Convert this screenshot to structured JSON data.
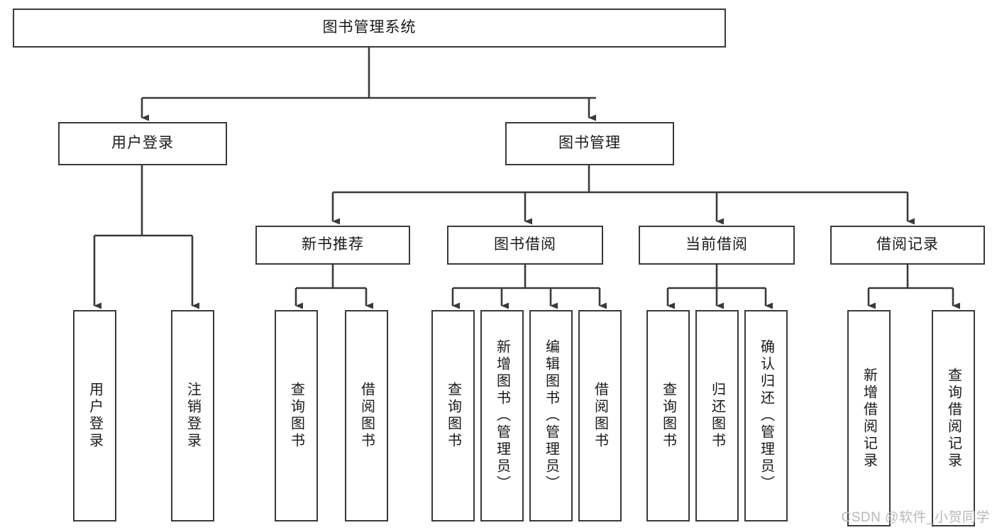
{
  "diagram": {
    "title": "图书管理系统",
    "type": "tree-hierarchy",
    "orientation": "top-down",
    "style": {
      "box_border_color": "#3a3a3a",
      "box_fill_color": "#ffffff",
      "edge_color": "#3a3a3a",
      "text_color": "#1a1a1a",
      "background_color": "#ffffff",
      "watermark_color": "#b9b9b9"
    },
    "root": {
      "label": "图书管理系统",
      "orientation": "horizontal"
    },
    "level1": [
      {
        "label": "用户登录",
        "orientation": "horizontal"
      },
      {
        "label": "图书管理",
        "orientation": "horizontal"
      }
    ],
    "level2": [
      {
        "label": "新书推荐",
        "orientation": "horizontal",
        "parent": "图书管理"
      },
      {
        "label": "图书借阅",
        "orientation": "horizontal",
        "parent": "图书管理"
      },
      {
        "label": "当前借阅",
        "orientation": "horizontal",
        "parent": "图书管理"
      },
      {
        "label": "借阅记录",
        "orientation": "horizontal",
        "parent": "图书管理"
      }
    ],
    "leaves": {
      "user_login": [
        {
          "label": "用户登录",
          "orientation": "vertical"
        },
        {
          "label": "注销登录",
          "orientation": "vertical"
        }
      ],
      "new_book_recommend": [
        {
          "label": "查询图书",
          "orientation": "vertical"
        },
        {
          "label": "借阅图书",
          "orientation": "vertical"
        }
      ],
      "book_borrow": [
        {
          "label": "查询图书",
          "orientation": "vertical"
        },
        {
          "label": "新增图书（管理员）",
          "orientation": "vertical"
        },
        {
          "label": "编辑图书（管理员）",
          "orientation": "vertical"
        },
        {
          "label": "借阅图书",
          "orientation": "vertical"
        }
      ],
      "current_borrow": [
        {
          "label": "查询图书",
          "orientation": "vertical"
        },
        {
          "label": "归还图书",
          "orientation": "vertical"
        },
        {
          "label": "确认归还（管理员）",
          "orientation": "vertical"
        }
      ],
      "borrow_record": [
        {
          "label": "新增借阅记录",
          "orientation": "vertical"
        },
        {
          "label": "查询借阅记录",
          "orientation": "vertical"
        }
      ]
    }
  },
  "watermark": {
    "text": "CSDN @软件_小贺同学"
  }
}
